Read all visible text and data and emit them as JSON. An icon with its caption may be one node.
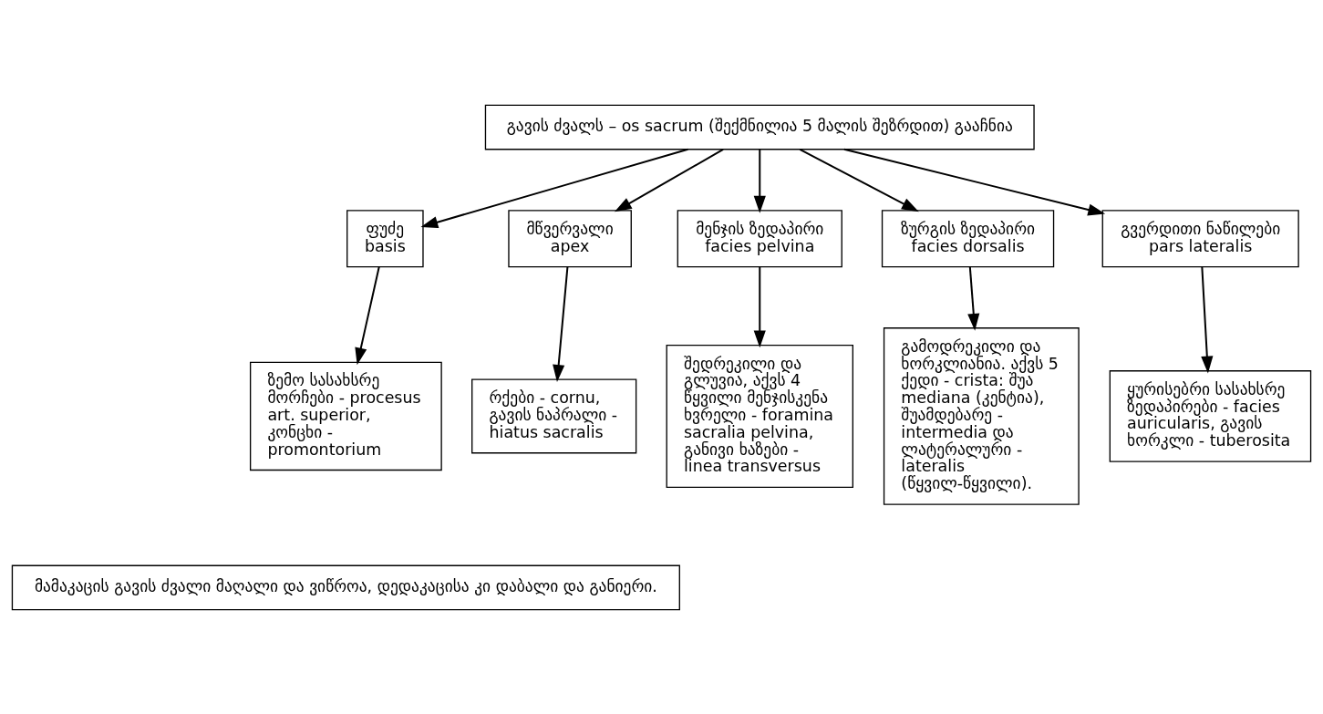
{
  "diagram": {
    "nodes": [
      {
        "text": [
          "გავის ძვალს – os sacrum (შექმნილია 5 მალის შეზრდით) გააჩნია"
        ]
      },
      {
        "text": [
          "ფუძე",
          "basis"
        ]
      },
      {
        "text": [
          "მწვერვალი",
          "apex"
        ]
      },
      {
        "text": [
          "მენჯის ზედაპირი",
          "facies pelvina"
        ]
      },
      {
        "text": [
          "ზურგის ზედაპირი",
          "facies dorsalis"
        ]
      },
      {
        "text": [
          "გვერდითი ნაწილები",
          "pars lateralis"
        ]
      },
      {
        "text": [
          "ზემო სასახსრე მორჩები - procesus art. superior, კონცხი - promontorium"
        ]
      },
      {
        "text": [
          "რქები - cornu, გავის ნაპრალი - hiatus sacralis"
        ]
      },
      {
        "text": [
          "შედრეკილი და გლუვია, აქვს 4 წყვილი მენჯისკენა ხვრელი - foramina sacralia pelvina, განივი ხაზები - linea transversus"
        ]
      },
      {
        "text": [
          "გამოდრეკილი და ხორკლიანია. აქვს 5 ქედი - crista: შუა mediana (კენტია), შუამდებარე - intermedia და ლატერალური - lateralis (წყვილ-წყვილი)."
        ]
      },
      {
        "text": [
          "ყურისებრი სასახსრე ზედაპირები - facies auricularis, გავის ხორკლი - tuberosita"
        ]
      },
      {
        "text": [
          "მამაკაცის გავის ძვალი მაღალი და ვიწროა, დედაკაცისა კი დაბალი და განიერი."
        ]
      }
    ],
    "edges": [
      {
        "from": 0,
        "to": 1,
        "arrow": "to"
      },
      {
        "from": 0,
        "to": 2,
        "arrow": "to"
      },
      {
        "from": 0,
        "to": 3,
        "arrow": "to"
      },
      {
        "from": 0,
        "to": 4,
        "arrow": "to"
      },
      {
        "from": 0,
        "to": 5,
        "arrow": "to"
      },
      {
        "from": 1,
        "to": 6,
        "arrow": "to"
      },
      {
        "from": 2,
        "to": 7,
        "arrow": "to"
      },
      {
        "from": 3,
        "to": 8,
        "arrow": "to"
      },
      {
        "from": 4,
        "to": 9,
        "arrow": "to"
      },
      {
        "from": 5,
        "to": 10,
        "arrow": "to"
      }
    ]
  }
}
